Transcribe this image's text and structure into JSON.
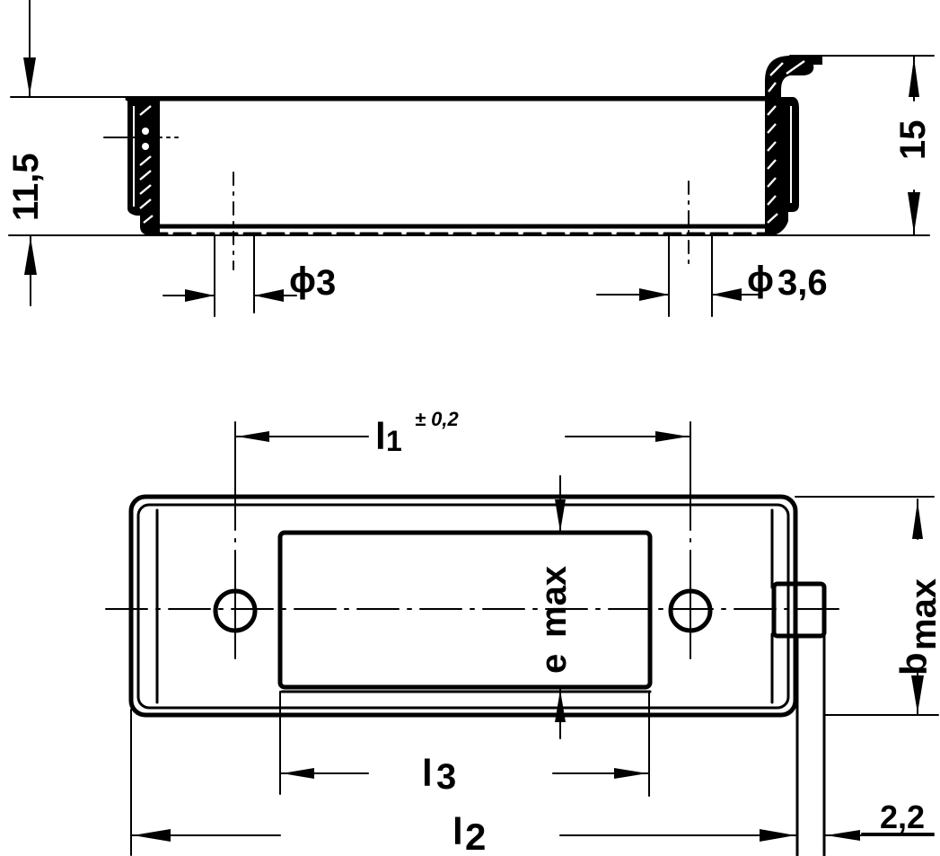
{
  "drawing": {
    "type": "technical-drawing",
    "views": {
      "side_view": {
        "name": "side section view",
        "dimensions": {
          "height_left": "11,5",
          "height_right": "15",
          "hole_left_diameter": "3",
          "hole_right_diameter": "3,6",
          "diameter_symbol": "ϕ"
        }
      },
      "top_view": {
        "name": "top plan view",
        "dimensions": {
          "l1_label": "l",
          "l1_sub": "1",
          "l1_tolerance": "± 0,2",
          "l2_label": "l",
          "l2_sub": "2",
          "l3_label": "l",
          "l3_sub": "3",
          "e_label": "e",
          "e_sub": "max",
          "b_label": "b",
          "b_sub": "max",
          "tab_width": "2,2"
        }
      }
    },
    "colors": {
      "ink": "#000000",
      "paper": "#ffffff"
    }
  }
}
